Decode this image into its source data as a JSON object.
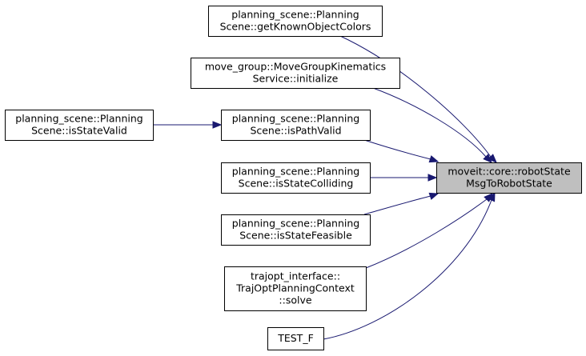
{
  "diagram": {
    "nodes": [
      {
        "id": "getKnownObjectColors",
        "lines": [
          "planning_scene::Planning",
          "Scene::getKnownObjectColors"
        ],
        "focus": false,
        "interactable": true
      },
      {
        "id": "initialize",
        "lines": [
          "move_group::MoveGroupKinematics",
          "Service::initialize"
        ],
        "focus": false,
        "interactable": true
      },
      {
        "id": "isStateValid",
        "lines": [
          "planning_scene::Planning",
          "Scene::isStateValid"
        ],
        "focus": false,
        "interactable": true
      },
      {
        "id": "isPathValid",
        "lines": [
          "planning_scene::Planning",
          "Scene::isPathValid"
        ],
        "focus": false,
        "interactable": true
      },
      {
        "id": "robotStateMsgToRobotState",
        "lines": [
          "moveit::core::robotState",
          "MsgToRobotState"
        ],
        "focus": true,
        "interactable": false
      },
      {
        "id": "isStateColliding",
        "lines": [
          "planning_scene::Planning",
          "Scene::isStateColliding"
        ],
        "focus": false,
        "interactable": true
      },
      {
        "id": "isStateFeasible",
        "lines": [
          "planning_scene::Planning",
          "Scene::isStateFeasible"
        ],
        "focus": false,
        "interactable": true
      },
      {
        "id": "solve",
        "lines": [
          "trajopt_interface::",
          "TrajOptPlanningContext",
          "::solve"
        ],
        "focus": false,
        "interactable": true
      },
      {
        "id": "TEST_F",
        "lines": [
          "TEST_F"
        ],
        "focus": false,
        "interactable": true
      }
    ],
    "edges": [
      {
        "from": "getKnownObjectColors",
        "to": "robotStateMsgToRobotState"
      },
      {
        "from": "initialize",
        "to": "robotStateMsgToRobotState"
      },
      {
        "from": "isPathValid",
        "to": "robotStateMsgToRobotState"
      },
      {
        "from": "isStateColliding",
        "to": "robotStateMsgToRobotState"
      },
      {
        "from": "isStateFeasible",
        "to": "robotStateMsgToRobotState"
      },
      {
        "from": "solve",
        "to": "robotStateMsgToRobotState"
      },
      {
        "from": "TEST_F",
        "to": "robotStateMsgToRobotState"
      },
      {
        "from": "isStateValid",
        "to": "isPathValid"
      }
    ]
  }
}
